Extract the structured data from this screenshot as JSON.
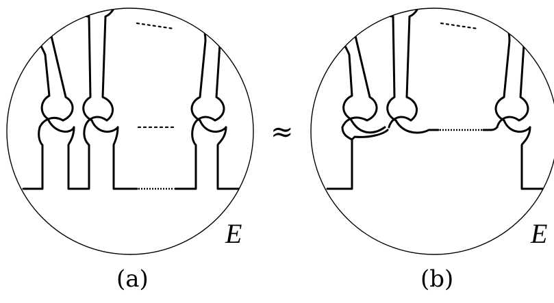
{
  "captions": {
    "left": "(a)",
    "right": "(b)"
  },
  "surface_labels": {
    "left": "E",
    "right": "E"
  },
  "relation_symbol": "≈"
}
